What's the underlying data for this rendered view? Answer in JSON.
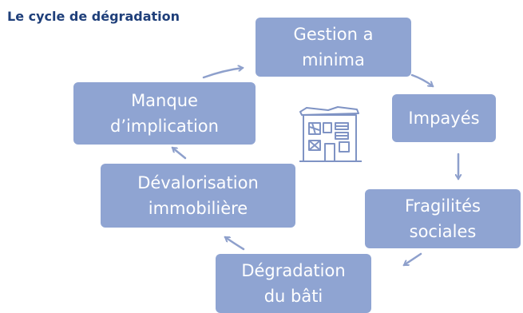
{
  "title": "Le cycle de dégradation",
  "nodes": {
    "gestion": [
      "Gestion a",
      "minima"
    ],
    "impayes": [
      "Impayés"
    ],
    "fragilites": [
      "Fragilités",
      "sociales"
    ],
    "degradation": [
      "Dégradation",
      "du bâti"
    ],
    "devalorisation": [
      "Dévalorisation",
      "immobilière"
    ],
    "manque": [
      "Manque",
      "d’implication"
    ]
  },
  "colors": {
    "node_fill": "#8fa4d2",
    "node_text": "#ffffff",
    "arrow": "#8ea0cc",
    "title": "#1f3f7a"
  },
  "icons": [
    "building-icon"
  ]
}
